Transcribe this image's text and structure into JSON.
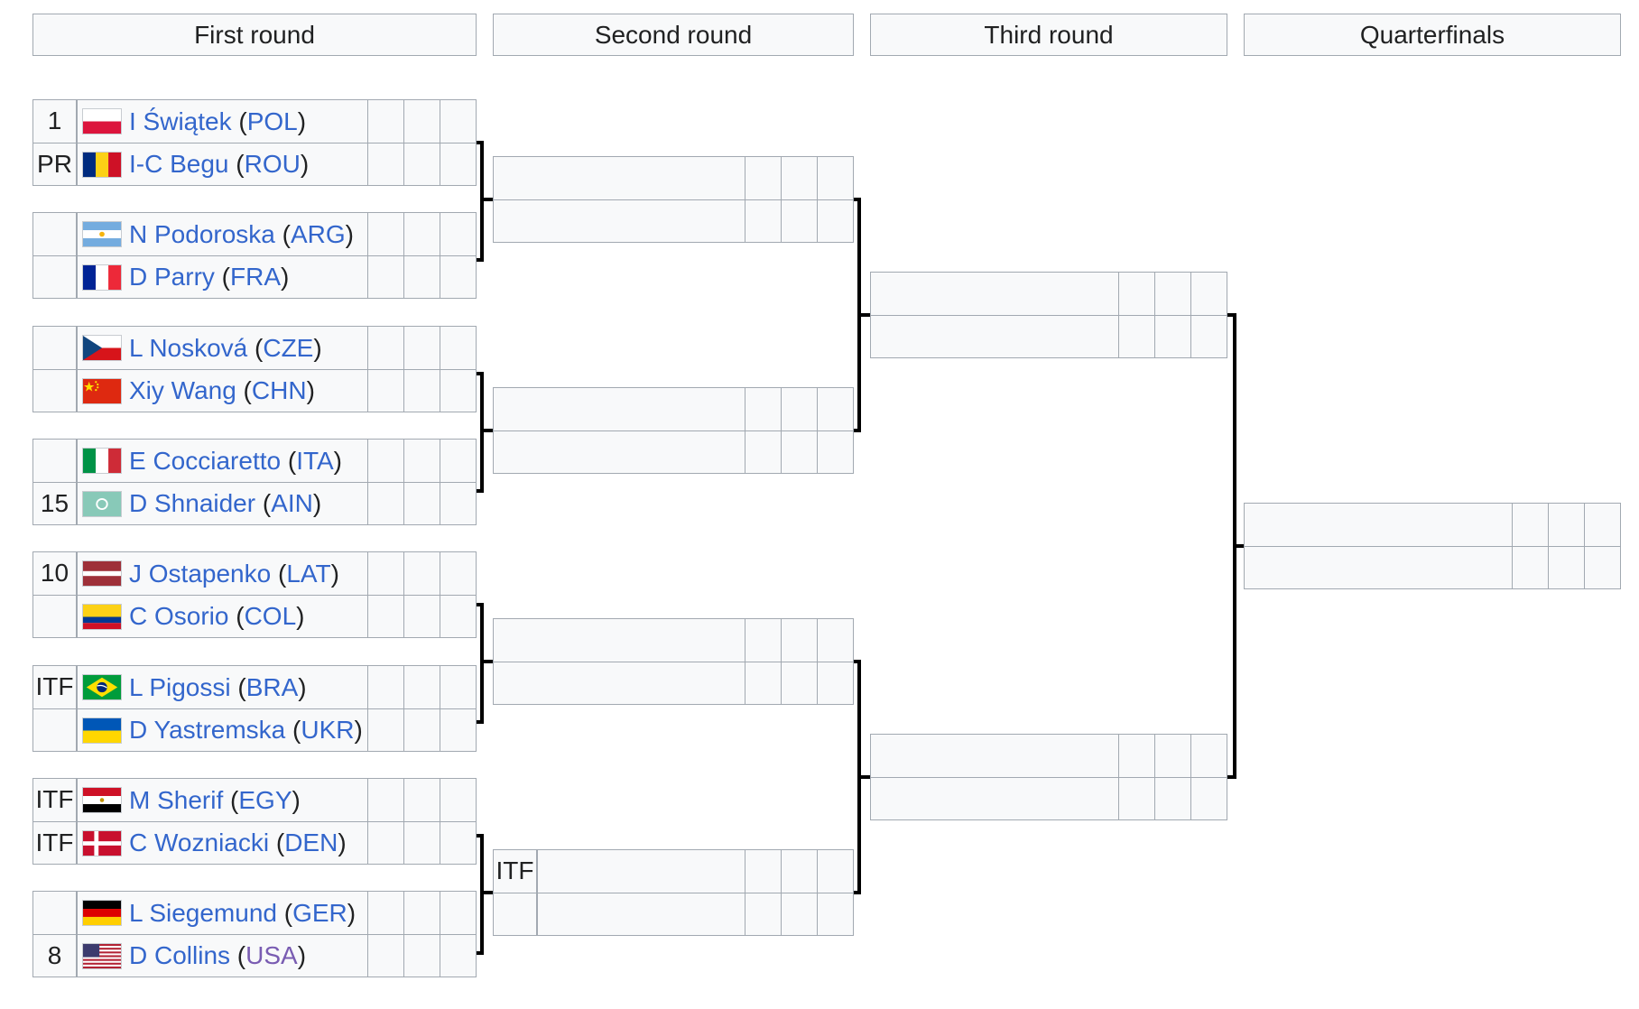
{
  "headers": [
    "First round",
    "Second round",
    "Third round",
    "Quarterfinals"
  ],
  "first_round": [
    {
      "seed": "1",
      "flag": "pol",
      "name": "I Świątek",
      "country": "POL"
    },
    {
      "seed": "PR",
      "flag": "rou",
      "name": "I-C Begu",
      "country": "ROU"
    },
    {
      "seed": "",
      "flag": "arg",
      "name": "N Podoroska",
      "country": "ARG"
    },
    {
      "seed": "",
      "flag": "fra",
      "name": "D Parry",
      "country": "FRA"
    },
    {
      "seed": "",
      "flag": "cze",
      "name": "L Nosková",
      "country": "CZE"
    },
    {
      "seed": "",
      "flag": "chn",
      "name": "Xiy Wang",
      "country": "CHN"
    },
    {
      "seed": "",
      "flag": "ita",
      "name": "E Cocciaretto",
      "country": "ITA"
    },
    {
      "seed": "15",
      "flag": "ain",
      "name": "D Shnaider",
      "country": "AIN"
    },
    {
      "seed": "10",
      "flag": "lat",
      "name": "J Ostapenko",
      "country": "LAT"
    },
    {
      "seed": "",
      "flag": "col",
      "name": "C Osorio",
      "country": "COL"
    },
    {
      "seed": "ITF",
      "flag": "bra",
      "name": "L Pigossi",
      "country": "BRA"
    },
    {
      "seed": "",
      "flag": "ukr",
      "name": "D Yastremska",
      "country": "UKR"
    },
    {
      "seed": "ITF",
      "flag": "egy",
      "name": "M Sherif",
      "country": "EGY"
    },
    {
      "seed": "ITF",
      "flag": "den",
      "name": "C Wozniacki",
      "country": "DEN"
    },
    {
      "seed": "",
      "flag": "ger",
      "name": "L Siegemund",
      "country": "GER"
    },
    {
      "seed": "8",
      "flag": "usa",
      "name": "D Collins",
      "country": "USA"
    }
  ],
  "second_round_seeds": [
    "",
    "",
    "",
    "",
    "",
    "",
    "ITF",
    ""
  ]
}
